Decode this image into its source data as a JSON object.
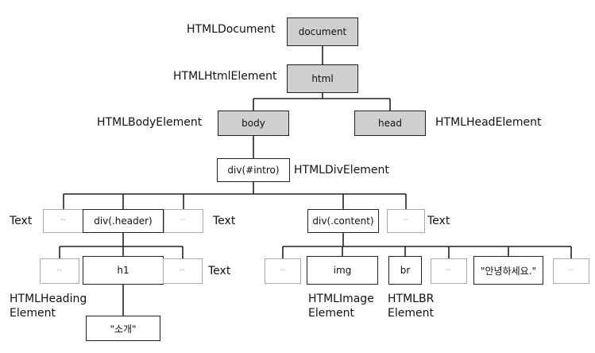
{
  "nodes": {
    "document": "document",
    "html": "html",
    "body": "body",
    "head": "head",
    "div_intro": "div(#intro)",
    "text_a": "\"\"",
    "div_header": "div(.header)",
    "text_b": "\"\"",
    "div_content": "div(.content)",
    "text_c": "\"\"",
    "text_d": "\"\"",
    "h1": "h1",
    "text_e": "\"\"",
    "text_f": "\"\"",
    "img": "img",
    "br": "br",
    "text_g": "\"\"",
    "korean_greeting": "\"안녕하세요.\"",
    "text_h": "\"\"",
    "korean_intro": "\"소개\""
  },
  "labels": {
    "html_document": "HTMLDocument",
    "html_html_element": "HTMLHtmlElement",
    "html_body_element": "HTMLBodyElement",
    "html_head_element": "HTMLHeadElement",
    "html_div_element": "HTMLDivElement",
    "text_left": "Text",
    "text_middle": "Text",
    "text_right": "Text",
    "text_h1_row": "Text",
    "html_heading_element": "HTMLHeading\nElement",
    "html_image_element": "HTMLImage\nElement",
    "html_br_element": "HTMLBR\nElement"
  },
  "colors": {
    "gray_fill": "#cfcfcf",
    "stroke": "#222222",
    "text_node_border": "#a9a9a9"
  }
}
